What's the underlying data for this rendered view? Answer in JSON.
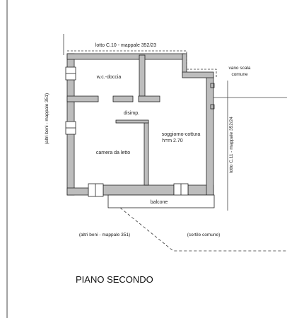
{
  "plan": {
    "labels": {
      "lotto_north": "lotto C.10 - mappale 352/23",
      "vano_scala": [
        "vano scala",
        "comune"
      ],
      "wc": "w.c.-doccia",
      "disimp": "disimp.",
      "soggiorno": "soggiorno-cottura",
      "height": "h=m 2.70",
      "camera": "camera da letto",
      "balcone": "balcone",
      "altri_beni_left": "(altri beni - mappale 351)",
      "lotto_right": "lotto C.11 - mappale 352/24",
      "altri_beni_bottom": "(altri beni - mappale 351)",
      "cortile": "(cortile comune)",
      "floor_title": "PIANO SECONDO"
    },
    "colors": {
      "wall_fill": "#bdbdbd",
      "line": "#222222",
      "dashed": "#333333"
    }
  }
}
